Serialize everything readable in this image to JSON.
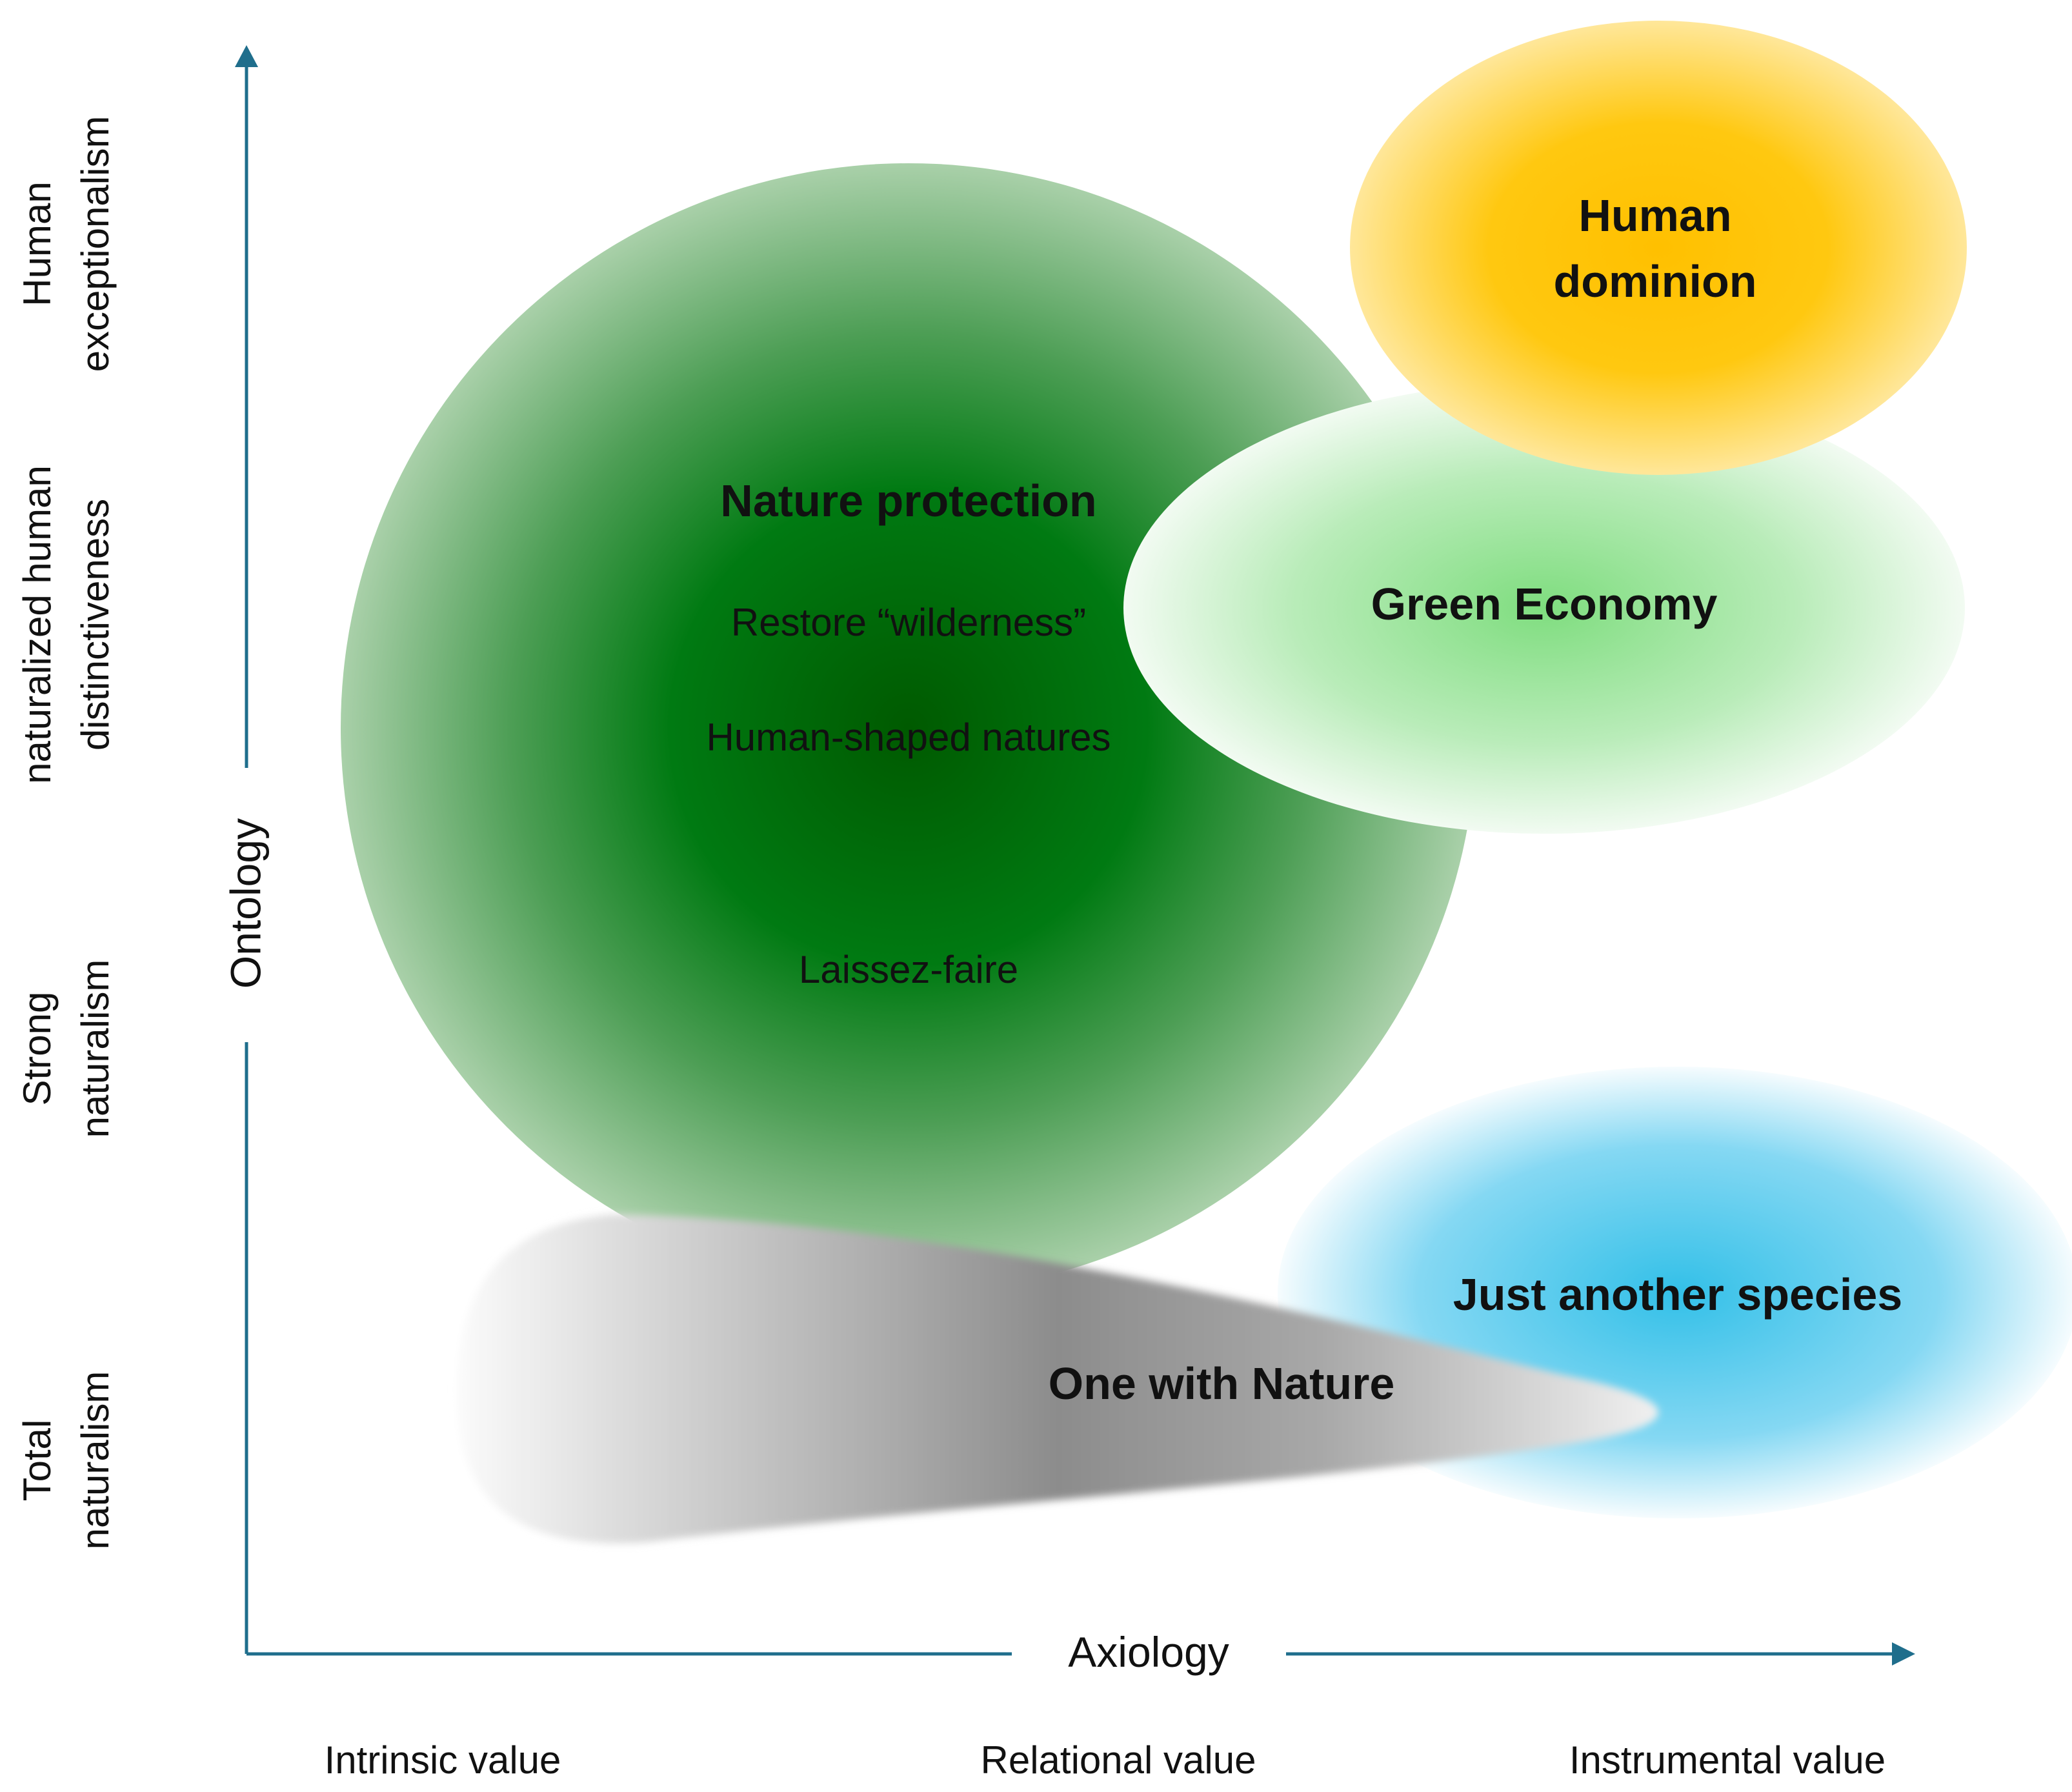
{
  "axes": {
    "y_title": "Ontology",
    "x_title": "Axiology",
    "axis_color": "#1f6e8c",
    "y_levels": [
      {
        "line1": "Human",
        "line2": "exceptionalism"
      },
      {
        "line1": "naturalized human",
        "line2": "distinctiveness"
      },
      {
        "line1": "Strong",
        "line2": "naturalism"
      },
      {
        "line1": "Total",
        "line2": "naturalism"
      }
    ],
    "x_levels": [
      "Intrinsic value",
      "Relational value",
      "Instrumental value"
    ]
  },
  "regions": {
    "nature_protection": {
      "title": "Nature protection",
      "items": [
        "Restore “wilderness”",
        "Human-shaped natures",
        "Laissez-faire"
      ],
      "color": "#006400"
    },
    "human_dominion": {
      "line1": "Human",
      "line2": "dominion",
      "color": "#ffc000"
    },
    "green_economy": {
      "title": "Green Economy",
      "color": "#7fdd7f"
    },
    "just_another_species": {
      "title": "Just another species",
      "color": "#33c0e8"
    },
    "one_with_nature": {
      "title": "One with Nature",
      "color": "#8c8c8c"
    }
  }
}
